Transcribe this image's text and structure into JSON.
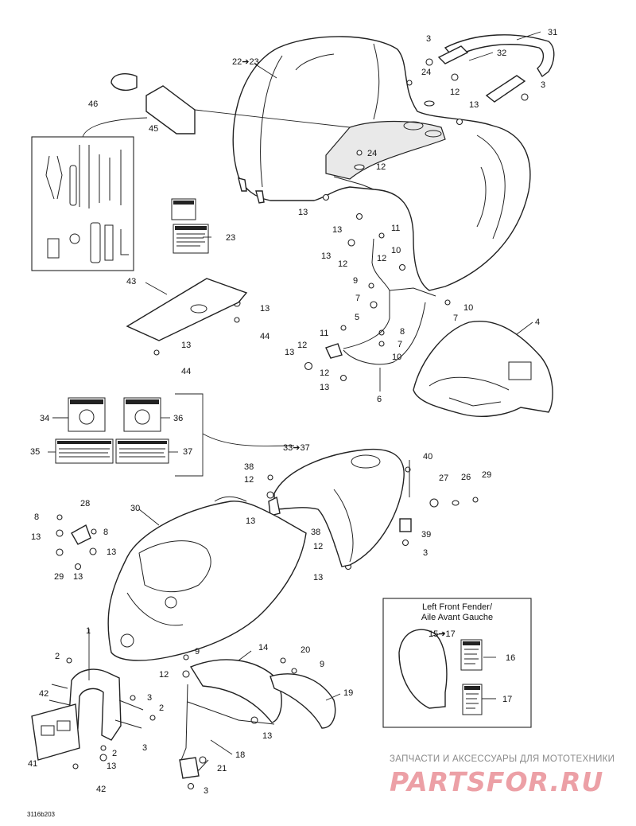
{
  "diagram": {
    "callouts": {
      "c_22_23": "22➔23",
      "c_31": "31",
      "c_3a": "3",
      "c_32": "32",
      "c_3b": "3",
      "c_24a": "24",
      "c_12a": "12",
      "c_13a": "13",
      "c_46": "46",
      "c_45": "45",
      "c_24b": "24",
      "c_12b": "12",
      "c_13b": "13",
      "c_13c": "13",
      "c_23": "23",
      "c_11a": "11",
      "c_13d": "13",
      "c_12c": "12",
      "c_10a": "10",
      "c_12d": "12",
      "c_9a": "9",
      "c_7a": "7",
      "c_10b": "10",
      "c_7b": "7",
      "c_43": "43",
      "c_13e": "13",
      "c_44a": "44",
      "c_13f": "13",
      "c_44b": "44",
      "c_4": "4",
      "c_5": "5",
      "c_11b": "11",
      "c_8a": "8",
      "c_12e": "12",
      "c_7c": "7",
      "c_13g": "13",
      "c_10c": "10",
      "c_12f": "12",
      "c_13h": "13",
      "c_6": "6",
      "c_34": "34",
      "c_36": "36",
      "c_35": "35",
      "c_37": "37",
      "c_33_37": "33➔37",
      "c_40": "40",
      "c_38a": "38",
      "c_12g": "12",
      "c_27": "27",
      "c_26": "26",
      "c_29a": "29",
      "c_28": "28",
      "c_30": "30",
      "c_8b": "8",
      "c_13i": "13",
      "c_8c": "8",
      "c_13j": "13",
      "c_29b": "29",
      "c_13k": "13",
      "c_13l": "13",
      "c_38b": "38",
      "c_12h": "12",
      "c_39": "39",
      "c_3c": "3",
      "c_13m": "13",
      "c_1": "1",
      "c_2a": "2",
      "c_42a": "42",
      "c_3d": "3",
      "c_2b": "2",
      "c_2c": "2",
      "c_3e": "3",
      "c_13n": "13",
      "c_41": "41",
      "c_42b": "42",
      "c_14": "14",
      "c_9b": "9",
      "c_12i": "12",
      "c_20": "20",
      "c_9c": "9",
      "c_19": "19",
      "c_13o": "13",
      "c_18": "18",
      "c_21": "21",
      "c_3f": "3",
      "c_15_17": "15➔17",
      "c_16": "16",
      "c_17": "17"
    },
    "inset_title_line1": "Left Front Fender/",
    "inset_title_line2": "Aile Avant Gauche",
    "drawing_ref": "3116b203"
  },
  "watermark": {
    "tagline": "ЗАПЧАСТИ И АКСЕССУАРЫ ДЛЯ МОТОТЕХНИКИ",
    "brand": "PARTSFOR.RU",
    "brand_color": "#eca0a6"
  }
}
